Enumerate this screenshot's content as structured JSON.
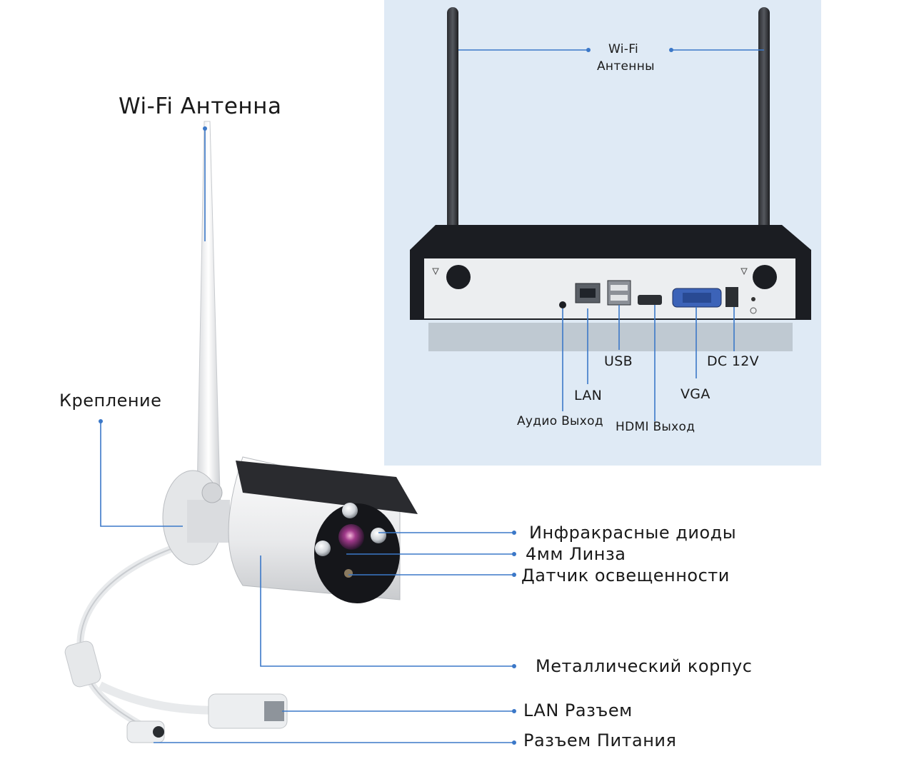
{
  "nvr": {
    "antenna_label_line1": "Wi-Fi",
    "antenna_label_line2": "Антенны",
    "ports": {
      "usb": "USB",
      "dc": "DC 12V",
      "lan": "LAN",
      "vga": "VGA",
      "audio": "Аудио Выход",
      "hdmi": "HDMI Выход"
    }
  },
  "camera": {
    "antenna": "Wi-Fi Антенна",
    "mount": "Крепление",
    "ir_diodes": "Инфракрасные диоды",
    "lens": "4мм Линза",
    "light_sensor": "Датчик освещенности",
    "housing": "Металлический корпус",
    "lan_port": "LAN Разъем",
    "power_port": "Разъем Питания"
  },
  "colors": {
    "leader_line": "#3b78c8",
    "panel_bg": "#dfeaf5",
    "nvr_body": "#1b1d22"
  }
}
